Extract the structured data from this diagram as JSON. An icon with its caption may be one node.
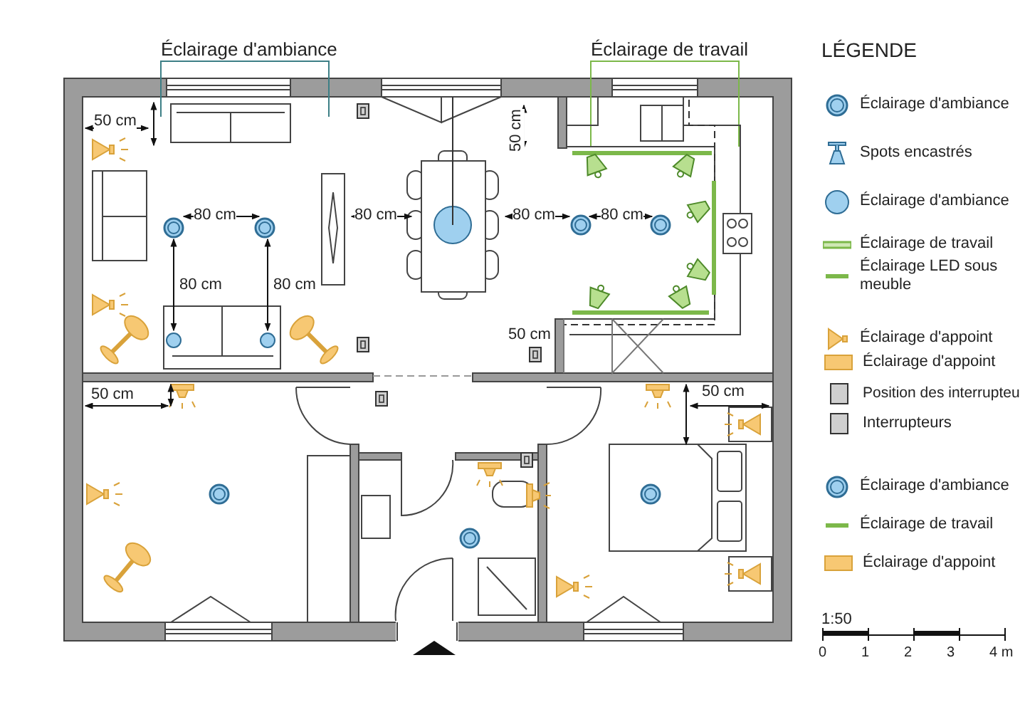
{
  "diagram": {
    "labels": [
      "Éclairage d'ambiance",
      "Éclairage de travail",
      "LÉGENDE",
      "50 cm",
      "50 cm",
      "80 cm",
      "80 cm",
      "80 cm",
      "80 cm",
      "80 cm",
      "80 cm",
      "50 cm",
      "50 cm",
      "50 cm",
      "1:50",
      "0",
      "1",
      "2",
      "3",
      "4 m"
    ],
    "legend": [
      {
        "text": "Éclairage d'ambiance"
      },
      {
        "text": "Spots encastrés"
      },
      {
        "text": "Éclairage d'ambiance"
      },
      {
        "text": "Éclairage de travail"
      },
      {
        "text": "Éclairage LED sous meuble"
      },
      {
        "text": "Éclairage d'appoint"
      },
      {
        "text": "Éclairage d'appoint",
        "color": "#f7c873"
      },
      {
        "text": "Position des interrupteu",
        "color": "#cfcfcf"
      },
      {
        "text": "Interrupteurs",
        "color": "#cfcfcf"
      },
      {
        "text": "Éclairage d'ambiance"
      },
      {
        "text": "Éclairage de travail"
      },
      {
        "text": "Éclairage d'appoint",
        "color": "#f7c873"
      }
    ]
  }
}
